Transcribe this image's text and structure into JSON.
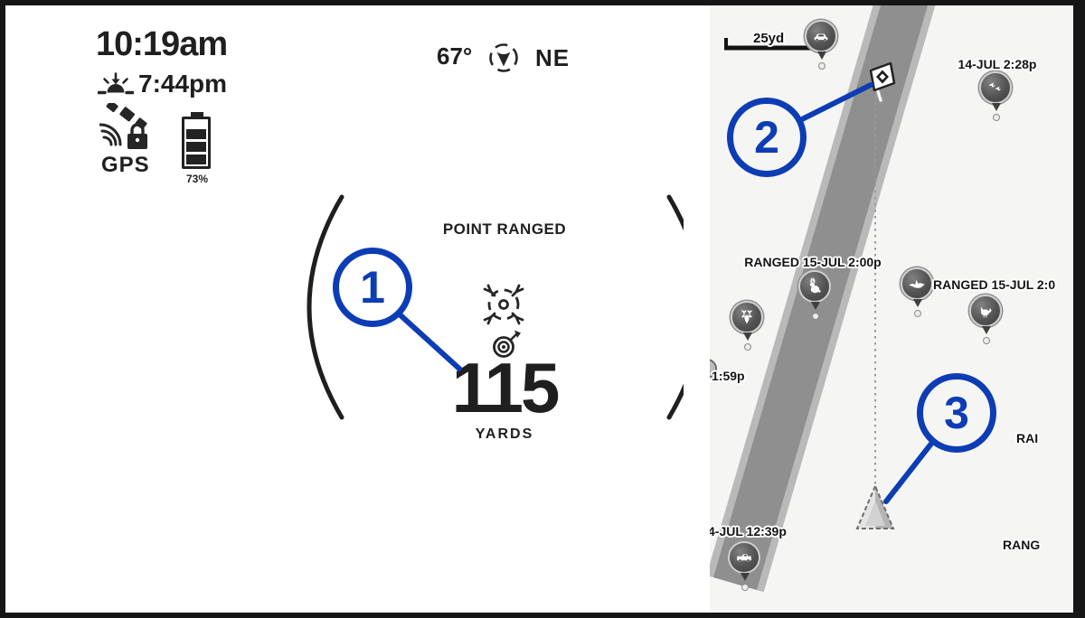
{
  "device": {
    "type": "handheld-gps-rangefinder-screen"
  },
  "status": {
    "time": "10:19am",
    "sunset_time": "7:44pm",
    "gps_label": "GPS",
    "battery_percent": "73%"
  },
  "compass": {
    "degrees": "67°",
    "direction": "NE"
  },
  "range_display": {
    "title": "POINT RANGED",
    "value": "115",
    "unit": "YARDS"
  },
  "callouts": {
    "one": "1",
    "two": "2",
    "three": "3"
  },
  "map": {
    "scale_label": "25yd",
    "labels": {
      "birds": "14-JUL 2:28p",
      "rabbit": "RANGED 15-JUL 2:00p",
      "goose": "RANGED 15-JUL 2:0",
      "truck": "4-JUL 12:39p",
      "partial_time": "1:59p",
      "partial_right_1": "RAI",
      "partial_right_2": "RANG"
    },
    "waypoint_icons": [
      "car",
      "flag",
      "birds",
      "rabbit",
      "deer",
      "goose",
      "turkey",
      "truck"
    ],
    "position_marker": "triangle-position-arrow"
  },
  "colors": {
    "callout_blue": "#0d3db5",
    "road_gray": "#8f8f8f",
    "road_edge_gray": "#b9b9b9",
    "ink": "#1f1f1f",
    "map_background": "#f5f5f3"
  }
}
